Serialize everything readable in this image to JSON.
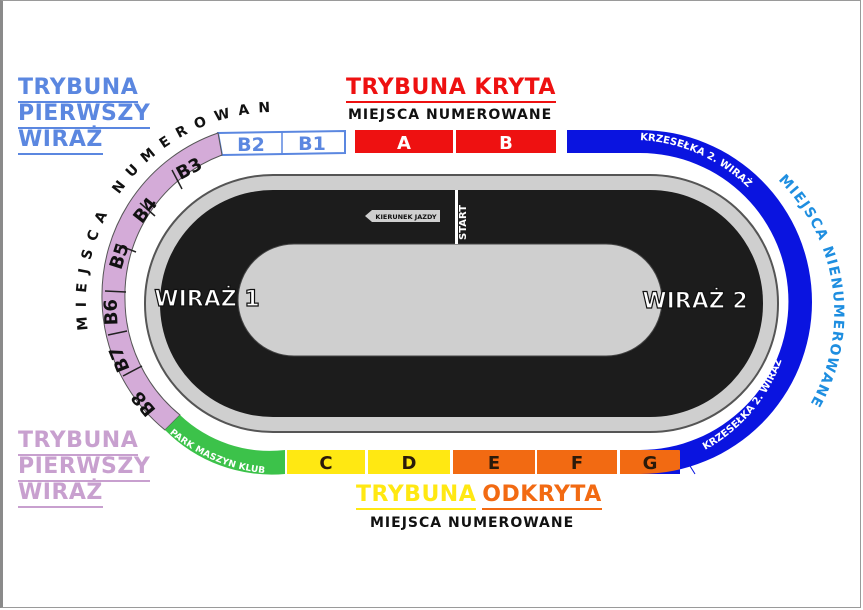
{
  "colors": {
    "krzesla_blue": "#0a14e0",
    "miejsca_nienumerowane_text": "#1e8ee0",
    "kryta_red": "#ee1111",
    "first_turn_lavender": "#d4abd8",
    "first_turn_text_blue": "#5b87e0",
    "first_turn_text_lavender": "#c8a0cf",
    "park_green": "#3cc24a",
    "yellow": "#ffe812",
    "orange": "#f26a12",
    "track_black": "#1c1c1c",
    "track_gray": "#cfcfcf"
  },
  "labels": {
    "trybuna_pierwszy_wiraz_top": [
      "TRYBUNA",
      "PIERWSZY",
      "WIRAŻ"
    ],
    "trybuna_pierwszy_wiraz_bottom": [
      "TRYBUNA",
      "PIERWSZY",
      "WIRAŻ"
    ],
    "trybuna_kryta": "TRYBUNA KRYTA",
    "kryta_sub": "MIEJSCA NUMEROWANE",
    "trybuna_odkryta_part1": "TRYBUNA",
    "trybuna_odkryta_part2": "ODKRYTA",
    "odkryta_sub": "MIEJSCA NUMEROWANE",
    "miejsca_numerowane_arc": "MIEJSCA NUMEROWANE",
    "miejsca_nienumerowane_arc": "MIEJSCA NIENUMEROWANE",
    "krzeselka_top": "KRZESEŁKA 2. WIRAŻ",
    "krzeselka_bottom": "KRZESEŁKA 2. WIRAŻ",
    "park_maszyn": "PARK MASZYN  KLUB",
    "wiraz1": "WIRAŻ 1",
    "wiraz2": "WIRAŻ 2",
    "kierunek": "KIERUNEK JAZDY",
    "start": "START"
  },
  "sectors": {
    "kryta": [
      {
        "id": "A"
      },
      {
        "id": "B"
      }
    ],
    "first_turn_blue": [
      {
        "id": "B2"
      },
      {
        "id": "B1"
      }
    ],
    "first_turn_lavender": [
      {
        "id": "B3"
      },
      {
        "id": "B4"
      },
      {
        "id": "B5"
      },
      {
        "id": "B6"
      },
      {
        "id": "B7"
      },
      {
        "id": "B8"
      }
    ],
    "odkryta": [
      {
        "id": "C",
        "color": "yellow"
      },
      {
        "id": "D",
        "color": "yellow"
      },
      {
        "id": "E",
        "color": "orange"
      },
      {
        "id": "F",
        "color": "orange"
      },
      {
        "id": "G",
        "color": "orange"
      }
    ]
  }
}
